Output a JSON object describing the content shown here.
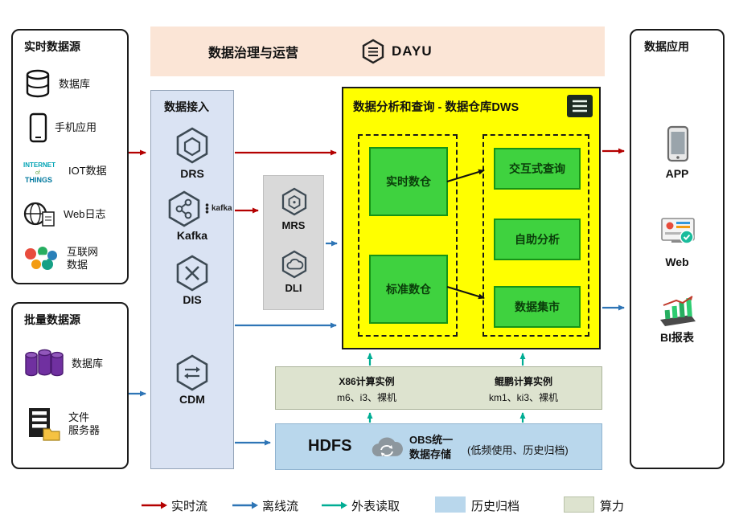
{
  "banner": {
    "title": "数据治理与运营",
    "logo": "DAYU"
  },
  "realtime": {
    "title": "实时数据源",
    "items": [
      {
        "label": "数据库",
        "icon": "database-icon"
      },
      {
        "label": "手机应用",
        "icon": "phone-icon"
      },
      {
        "label": "IOT数据",
        "icon": "iot-icon"
      },
      {
        "label": "Web日志",
        "icon": "weblog-icon"
      },
      {
        "label": "互联网\n数据",
        "icon": "internet-icon"
      }
    ]
  },
  "batch": {
    "title": "批量数据源",
    "items": [
      {
        "label": "数据库",
        "icon": "purple-database-icon"
      },
      {
        "label": "文件\n服务器",
        "icon": "file-server-icon"
      }
    ]
  },
  "ingestion": {
    "title": "数据接入",
    "services": [
      {
        "label": "DRS"
      },
      {
        "label": "Kafka",
        "badge": "kafka"
      },
      {
        "label": "DIS"
      },
      {
        "label": "CDM"
      }
    ]
  },
  "analytics_services": [
    {
      "label": "MRS"
    },
    {
      "label": "DLI"
    }
  ],
  "dws": {
    "title": "数据分析和查询 - 数据仓库DWS",
    "left": [
      "实时数仓",
      "标准数仓"
    ],
    "right": [
      "交互式查询",
      "自助分析",
      "数据集市"
    ]
  },
  "compute_bar": {
    "groups": [
      {
        "title": "X86计算实例",
        "subtitle": "m6、i3、裸机"
      },
      {
        "title": "鲲鹏计算实例",
        "subtitle": "km1、ki3、裸机"
      }
    ]
  },
  "storage": {
    "hdfs": "HDFS",
    "obs": "OBS统一\n数据存储",
    "note": "(低频使用、历史归档)"
  },
  "apps": {
    "title": "数据应用",
    "items": [
      {
        "label": "APP",
        "icon": "app-phone-icon"
      },
      {
        "label": "Web",
        "icon": "web-icon"
      },
      {
        "label": "BI报表",
        "icon": "bi-report-icon"
      }
    ]
  },
  "legend": {
    "items": [
      {
        "label": "实时流"
      },
      {
        "label": "离线流"
      },
      {
        "label": "外表读取"
      },
      {
        "label": "历史归档"
      },
      {
        "label": "算力"
      }
    ]
  },
  "colors": {
    "realtime_flow": "#b40000",
    "offline_flow": "#2e75b6",
    "external_read": "#00ad94",
    "history_archive": "#b9d7ec",
    "compute_power": "#dde3cf",
    "dws_background": "#ffff00",
    "warehouse_green": "#3fd23f"
  }
}
